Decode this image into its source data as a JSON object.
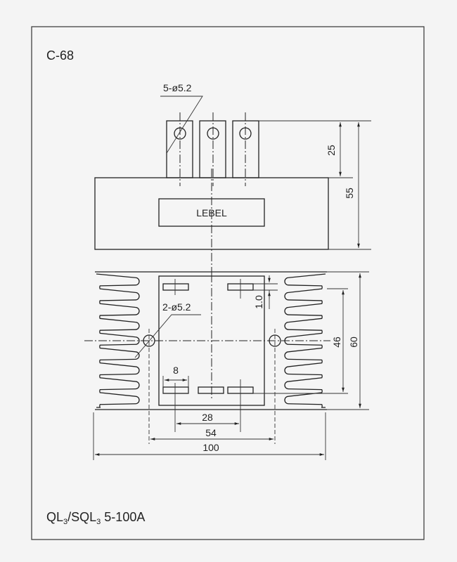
{
  "title": "C-68",
  "model": {
    "base": "QL",
    "sub1": "3",
    "mid": "/SQL",
    "sub2": "3",
    "rating": " 5-100A"
  },
  "top_view": {
    "holes_note": "5-ø5.2",
    "label": "LEBEL",
    "dim_terminal": "25",
    "dim_height": "55"
  },
  "bottom_view": {
    "holes_note": "2-ø5.2",
    "dim_tab": "1.0",
    "dim_pin_width": "8",
    "dim_pin_spacing": "28",
    "dim_hole_spacing": "54",
    "dim_width": "100",
    "dim_hole_vertical": "46",
    "dim_height": "60"
  }
}
